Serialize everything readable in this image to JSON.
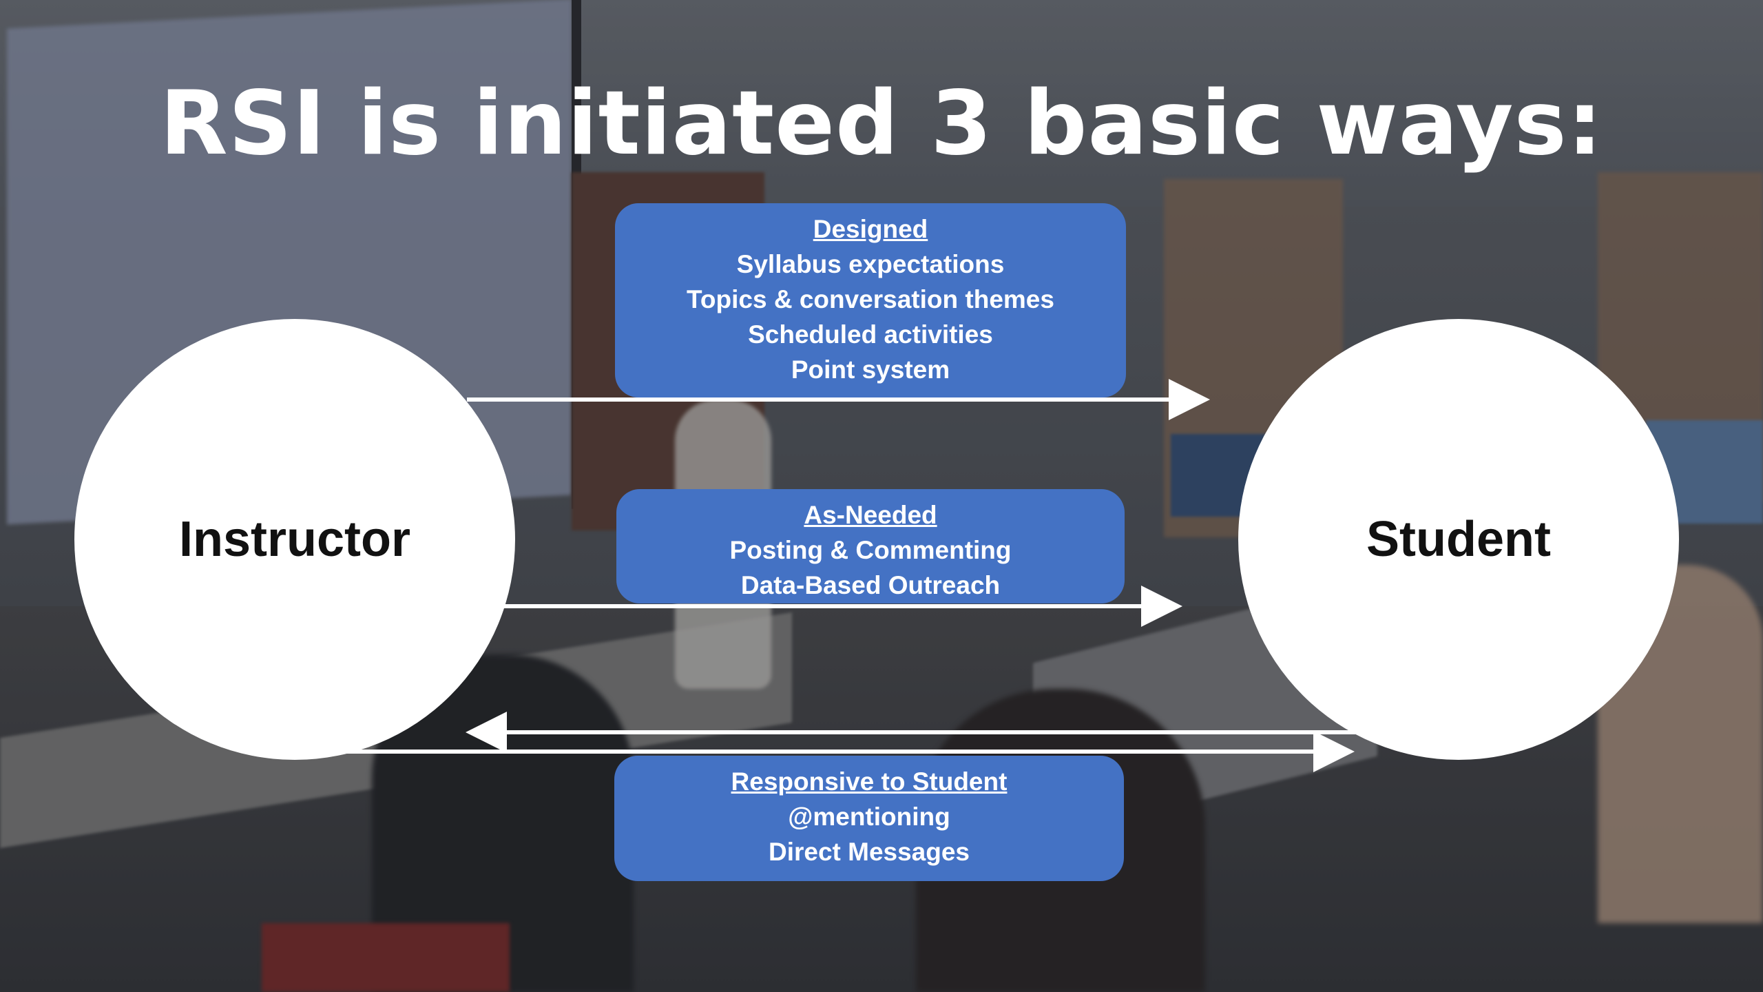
{
  "slide": {
    "title": "RSI is initiated 3 basic ways:"
  },
  "nodes": {
    "instructor": "Instructor",
    "student": "Student"
  },
  "boxes": {
    "designed": {
      "heading": "Designed",
      "lines": [
        "Syllabus expectations",
        "Topics & conversation themes",
        "Scheduled activities",
        "Point system"
      ]
    },
    "as_needed": {
      "heading": "As-Needed",
      "lines": [
        "Posting & Commenting",
        "Data-Based Outreach"
      ]
    },
    "responsive": {
      "heading": "Responsive to Student",
      "lines": [
        "@mentioning",
        "Direct Messages"
      ]
    }
  },
  "colors": {
    "box_fill": "#4472c4",
    "circle_fill": "#ffffff",
    "arrow": "#ffffff",
    "title_text": "#ffffff"
  }
}
